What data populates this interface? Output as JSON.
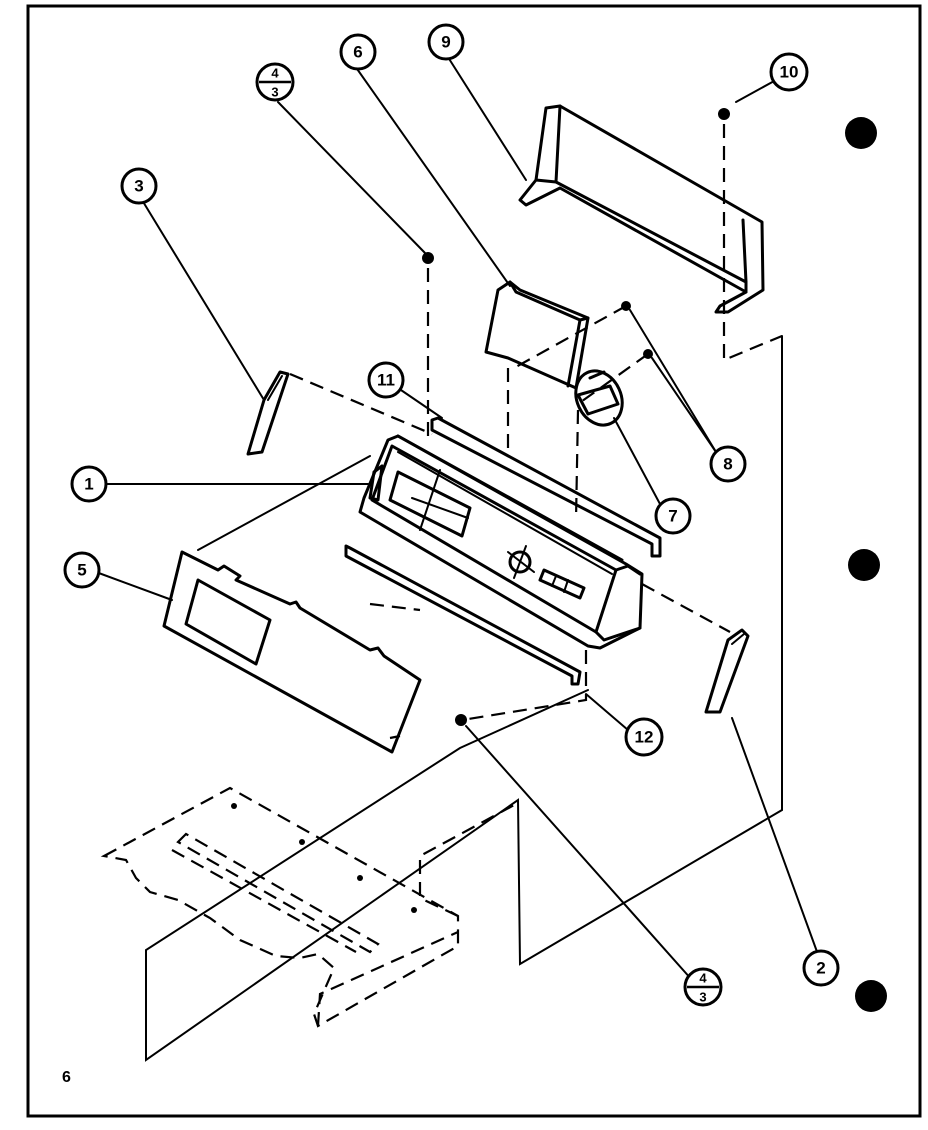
{
  "diagram": {
    "page_number": "6",
    "callouts": [
      {
        "id": "c1",
        "label": "1"
      },
      {
        "id": "c2",
        "label": "2"
      },
      {
        "id": "c3",
        "label": "3"
      },
      {
        "id": "c5",
        "label": "5"
      },
      {
        "id": "c6",
        "label": "6"
      },
      {
        "id": "c7",
        "label": "7"
      },
      {
        "id": "c8",
        "label": "8"
      },
      {
        "id": "c9",
        "label": "9"
      },
      {
        "id": "c10",
        "label": "10"
      },
      {
        "id": "c11",
        "label": "11"
      },
      {
        "id": "c12",
        "label": "12"
      }
    ],
    "fraction_callouts": [
      {
        "id": "f-top",
        "numerator": "4",
        "denominator": "3"
      },
      {
        "id": "f-bottom",
        "numerator": "4",
        "denominator": "3"
      }
    ]
  },
  "colors": {
    "ink": "#000000",
    "paper": "#ffffff"
  }
}
